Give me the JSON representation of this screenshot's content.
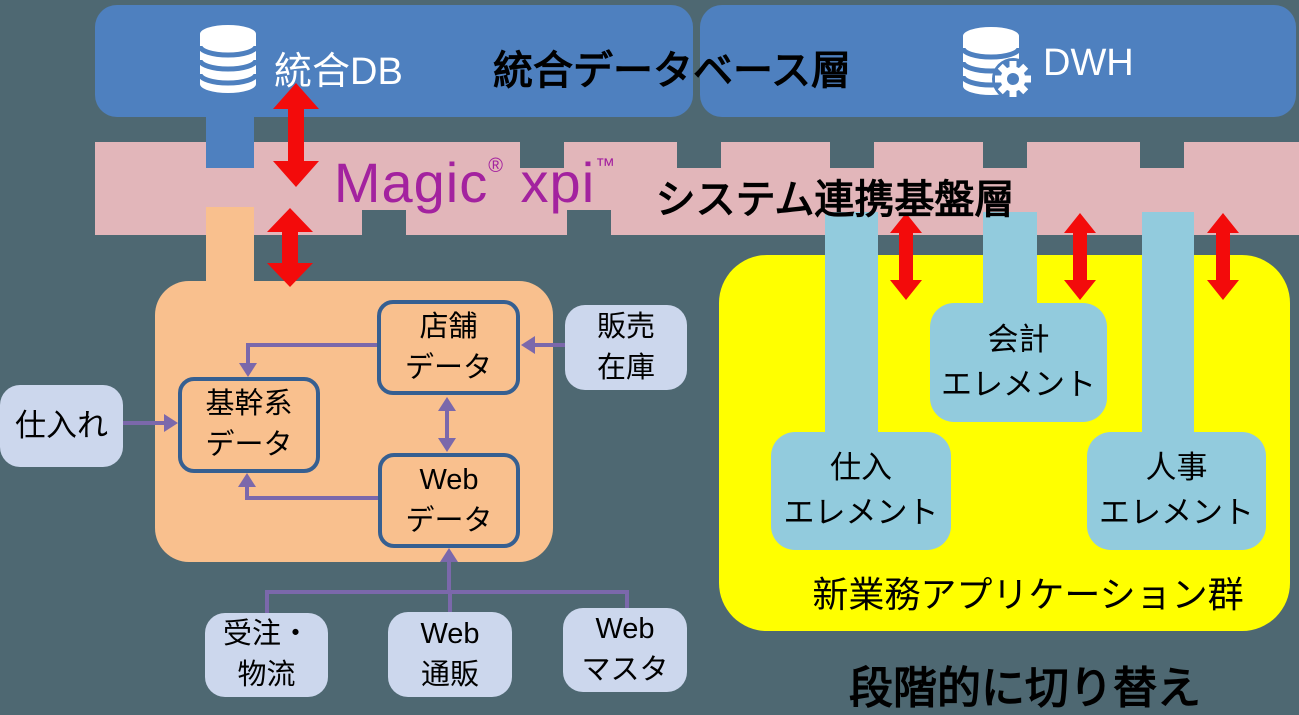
{
  "colors": {
    "background": "#4e6872",
    "db_layer_blue": "#4e80bf",
    "integration_pink": "#e2b6ba",
    "legacy_orange": "#f9c08e",
    "new_apps_yellow": "#ffff00",
    "element_teal": "#92cbdd",
    "external_lavender": "#ccd7ed",
    "arrow_red": "#f30b0b",
    "connector_purple": "#7b68ab",
    "magic_logo_magenta": "#a3229f",
    "data_box_border": "#365f91"
  },
  "db_layer": {
    "db_label": "統合DB",
    "title": "統合データベース層",
    "dwh_label": "DWH"
  },
  "integration_layer": {
    "logo_magic": "Magic",
    "logo_reg": "®",
    "logo_xpi": "xpi",
    "logo_tm": "™",
    "title": "システム連携基盤層"
  },
  "legacy_system": {
    "tenpo": [
      "店舗",
      "データ"
    ],
    "kikankei": [
      "基幹系",
      "データ"
    ],
    "web": [
      "Web",
      "データ"
    ]
  },
  "external_systems": {
    "shiire": "仕入れ",
    "hanbai_zaiko": [
      "販売",
      "在庫"
    ],
    "juchu_butsuryu": [
      "受注・",
      "物流"
    ],
    "web_tsuhan": [
      "Web",
      "通販"
    ],
    "web_master": [
      "Web",
      "マスタ"
    ]
  },
  "new_apps": {
    "kaikei": [
      "会計",
      "エレメント"
    ],
    "shiire": [
      "仕入",
      "エレメント"
    ],
    "jinji": [
      "人事",
      "エレメント"
    ],
    "caption": "新業務アプリケーション群"
  },
  "annotation": "段階的に切り替え"
}
